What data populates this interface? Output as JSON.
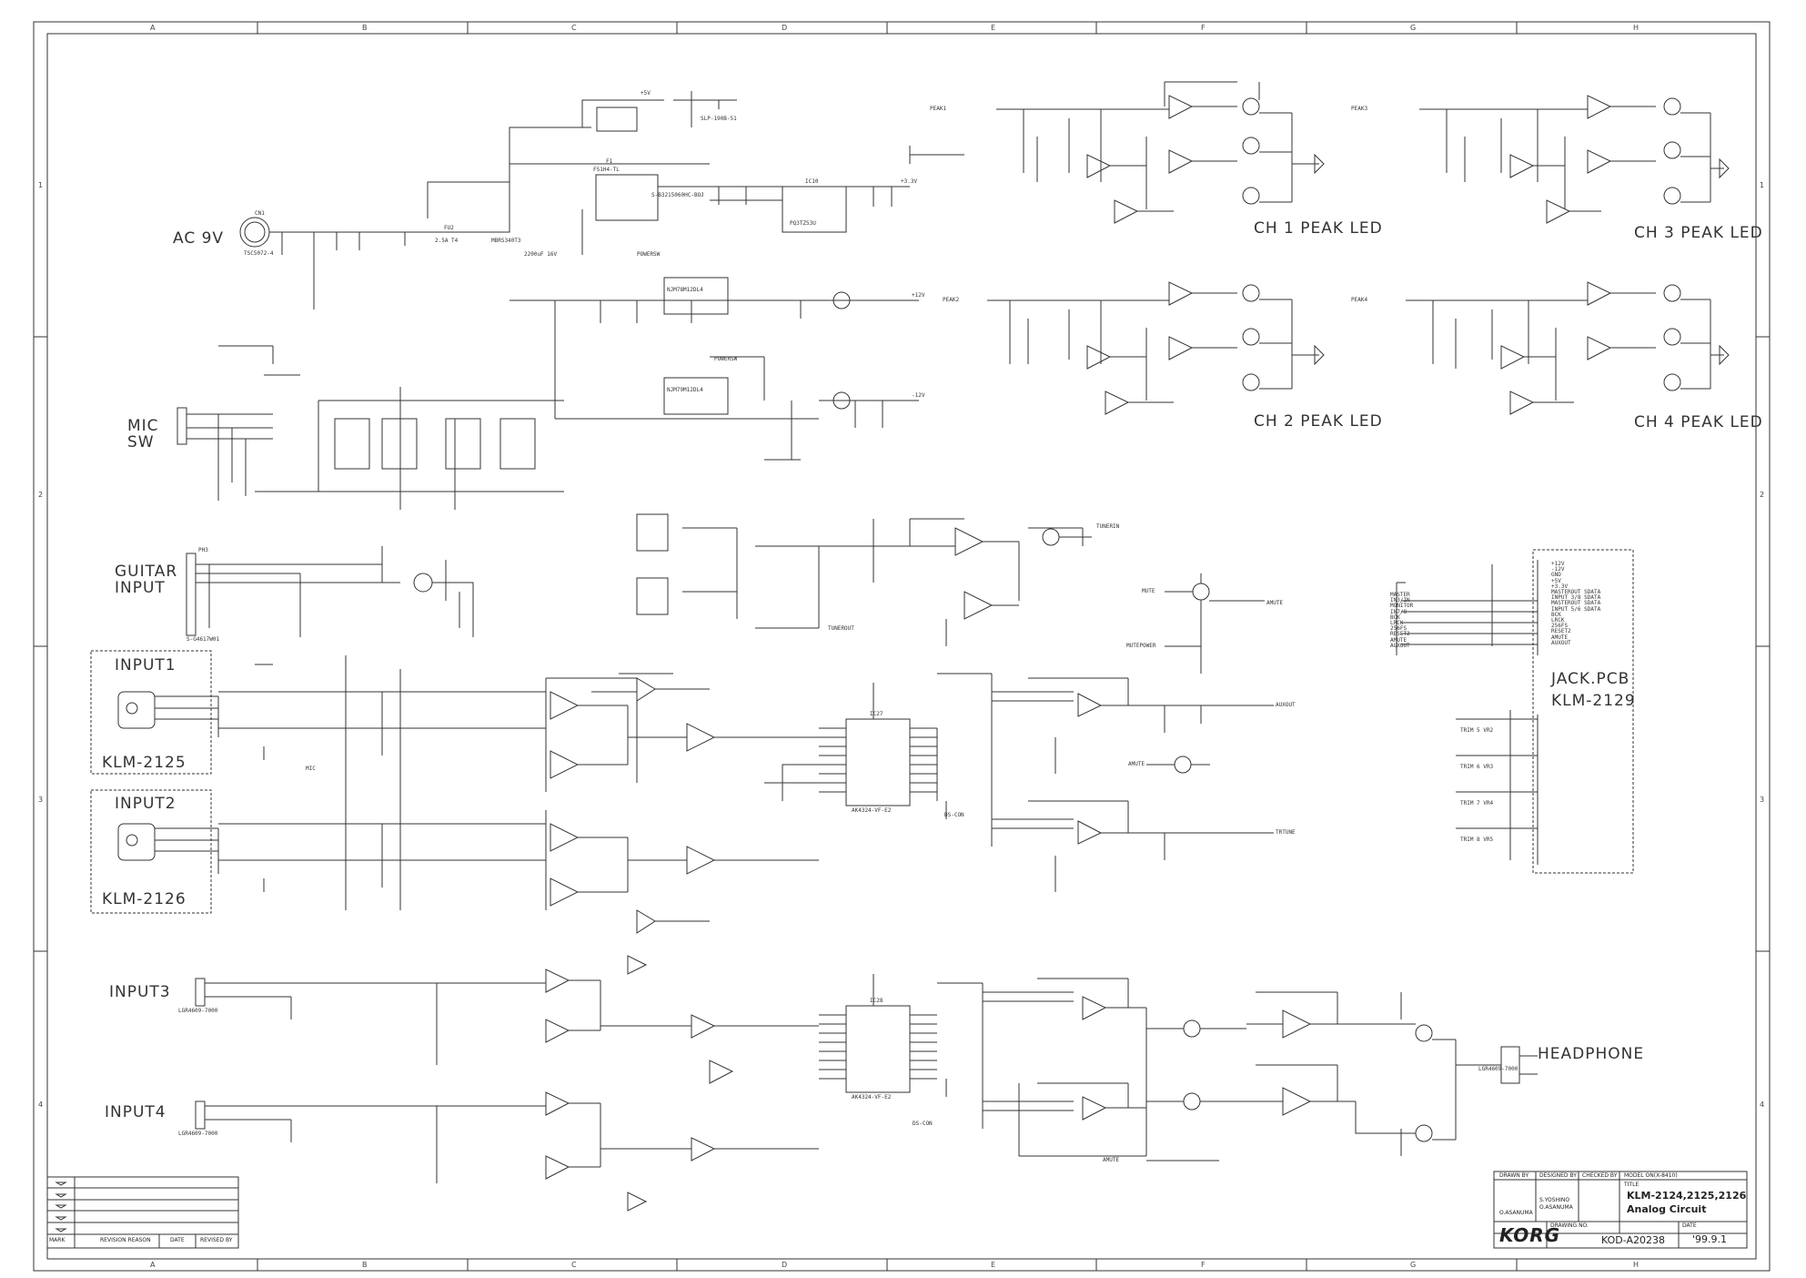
{
  "grid": {
    "columns": [
      "A",
      "B",
      "C",
      "D",
      "E",
      "F",
      "G",
      "H"
    ],
    "rows": [
      "1",
      "2",
      "3",
      "4"
    ]
  },
  "section_labels": {
    "ac": "AC 9V",
    "mic_sw_1": "MIC",
    "mic_sw_2": "SW",
    "guitar_1": "GUITAR",
    "guitar_2": "INPUT",
    "input1": "INPUT1",
    "klm2125": "KLM-2125",
    "input2": "INPUT2",
    "klm2126": "KLM-2126",
    "input3": "INPUT3",
    "input4": "INPUT4",
    "headphone": "HEADPHONE",
    "ch1": "CH 1 PEAK LED",
    "ch2": "CH 2 PEAK LED",
    "ch3": "CH 3 PEAK LED",
    "ch4": "CH 4 PEAK LED",
    "jack_1": "JACK.PCB",
    "jack_2": "KLM-2129"
  },
  "net_labels": {
    "peak1": "PEAK1",
    "peak2": "PEAK2",
    "peak3": "PEAK3",
    "peak4": "PEAK4",
    "tunerin": "TUNERIN",
    "trtune": "TRTUNE",
    "tunerout": "TUNEROUT",
    "auxout": "AUXOUT",
    "mute": "MUTE",
    "amute": "AMUTE",
    "mutepower": "MUTEPOWER",
    "powersw": "POWERSW",
    "mic": "MIC",
    "ds_con": "DS-CON",
    "plus5": "+5V",
    "plus33": "+3.3V",
    "plus12": "+12V",
    "minus12": "-12V"
  },
  "ic_labels": {
    "ic27": "IC27",
    "ic27_part": "AK4324-VF-E2",
    "ic28": "IC28",
    "ic28_part": "AK4324-VF-E2",
    "ic10": "IC10",
    "ic10_part": "PQ3TZ53U",
    "ic_reg1": "NJM78M12DL4",
    "ic_reg2": "NJM79M12DL4"
  },
  "part_labels": {
    "cn1": "CN1",
    "cn1_part": "TSC5072-4",
    "ph3": "PH3",
    "ph3_part": "S-G4617W01",
    "ph4_part": "LGR4609-7000",
    "ph5_part": "LGR4609-7000",
    "ph6_part": "LGR4609-7000",
    "fu2": "FU2",
    "fu2_val": "2.5A T4",
    "d3_part": "MBRS340T3",
    "c27_val": "2200uF 16V",
    "led2_part": "SLP-190B-51",
    "f1": "F1",
    "f1_part": "FS1H4-TL",
    "l17_part": "S-B3215060HC-BOJ",
    "trim_vr2": "TRIM 5  VR2",
    "trim_vr3": "TRIM 6  VR3",
    "trim_vr4": "TRIM 7  VR4",
    "trim_vr5": "TRIM 8  VR5"
  },
  "jack_signals": [
    "+12V",
    "-12V",
    "GND",
    "+5V",
    "+3.3V",
    "MASTEROUT SDATA",
    "INPUT 3/8 SDATA",
    "MASTEROUT SDATA",
    "INPUT 5/6 SDATA",
    "BCK",
    "LRCK",
    "256FS",
    "RESET2",
    "AMUTE",
    "AUXOUT"
  ],
  "jack_inputs": [
    "MASTER",
    "IN3/IN",
    "MONITOR",
    "IN7/8",
    "BCK",
    "LRCK",
    "256FS",
    "RESET2",
    "AMUTE",
    "AUXOUT"
  ],
  "title_block": {
    "drawn_by": "DRAWN BY",
    "designed_by": "DESIGNED BY",
    "checked_by": "CHECKED BY",
    "model": "MODEL  ON(X-8410)",
    "designer": "S.YOSHINO",
    "drawer": "O.ASANUMA",
    "checker": "O.ASANUMA",
    "title_label": "TITLE",
    "title_1": "KLM-2124,2125,2126",
    "title_2": "Analog Circuit",
    "drawing_no_label": "DRAWING NO.",
    "drawing_no": "KOD-A20238",
    "date_label": "DATE",
    "date": "'99.9.1",
    "brand": "KORG"
  },
  "revision_block": {
    "mark": "MARK",
    "reason": "REVISION REASON",
    "date": "DATE",
    "revised_by": "REVISED BY"
  }
}
